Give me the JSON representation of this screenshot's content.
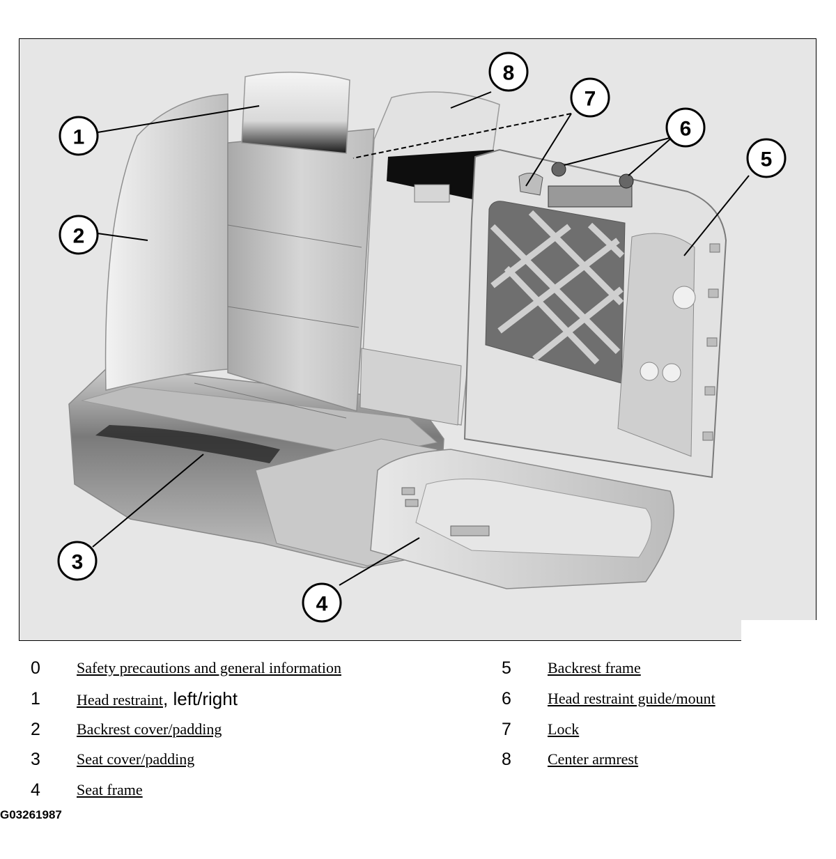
{
  "callouts": [
    "1",
    "2",
    "3",
    "4",
    "5",
    "6",
    "7",
    "8"
  ],
  "legend": {
    "left": [
      {
        "num": "0",
        "label": "Safety precautions and general information",
        "suffix": ""
      },
      {
        "num": "1",
        "label": "Head restraint",
        "suffix": ", left/right"
      },
      {
        "num": "2",
        "label": "Backrest cover/padding",
        "suffix": ""
      },
      {
        "num": "3",
        "label": "Seat cover/padding",
        "suffix": ""
      },
      {
        "num": "4",
        "label": "Seat frame",
        "suffix": ""
      }
    ],
    "right": [
      {
        "num": "5",
        "label": "Backrest frame"
      },
      {
        "num": "6",
        "label": "Head restraint guide/mount"
      },
      {
        "num": "7",
        "label": "Lock"
      },
      {
        "num": "8",
        "label": "Center armrest"
      }
    ]
  },
  "figure_id": "G03261987"
}
